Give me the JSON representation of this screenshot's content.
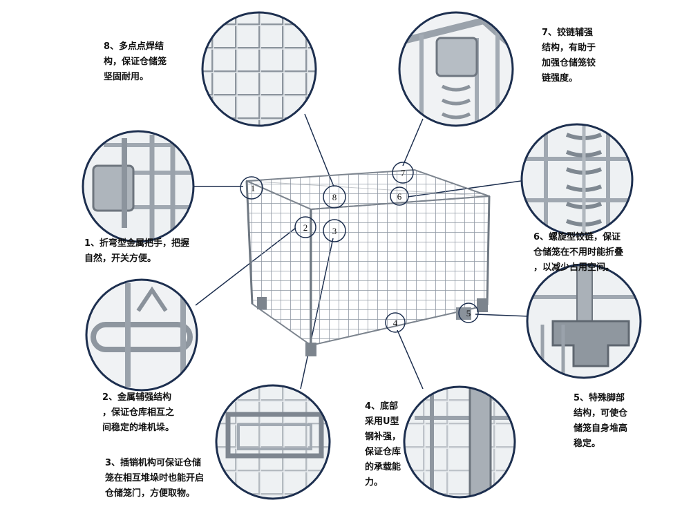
{
  "colors": {
    "frame": "#1d2f4f",
    "wire": "#9aa3ad",
    "bg": "#ffffff",
    "text": "#111111"
  },
  "markers": [
    "1",
    "2",
    "3",
    "4",
    "5",
    "6",
    "7",
    "8"
  ],
  "callouts": {
    "c8": [
      "8、多点点焊结",
      "构，保证仓储笼",
      "坚固耐用。"
    ],
    "c7": [
      "7、铰链辅强",
      "结构，有助于",
      "加强仓储笼铰",
      "链强度。"
    ],
    "c1": [
      "1、折弯型金属把手，把握",
      "自然，开关方便。"
    ],
    "c6": [
      "6、螺旋型铰链，保证",
      "仓储笼在不用时能折叠",
      "，以减少占用空间。"
    ],
    "c2": [
      "2、金属辅强结构",
      "，保证仓库相互之",
      "间稳定的堆机垛。"
    ],
    "c5": [
      "5、特殊脚部",
      "结构，可使仓",
      "储笼自身堆高",
      "稳定。"
    ],
    "c4": [
      "4、底部",
      "采用U型",
      "钢补强，",
      "保证仓库",
      "的承载能",
      "力。"
    ],
    "c3": [
      "3、插销机构可保证仓储",
      "笼在相互堆垛时也能开启",
      "仓储笼门，方便取物。"
    ]
  }
}
